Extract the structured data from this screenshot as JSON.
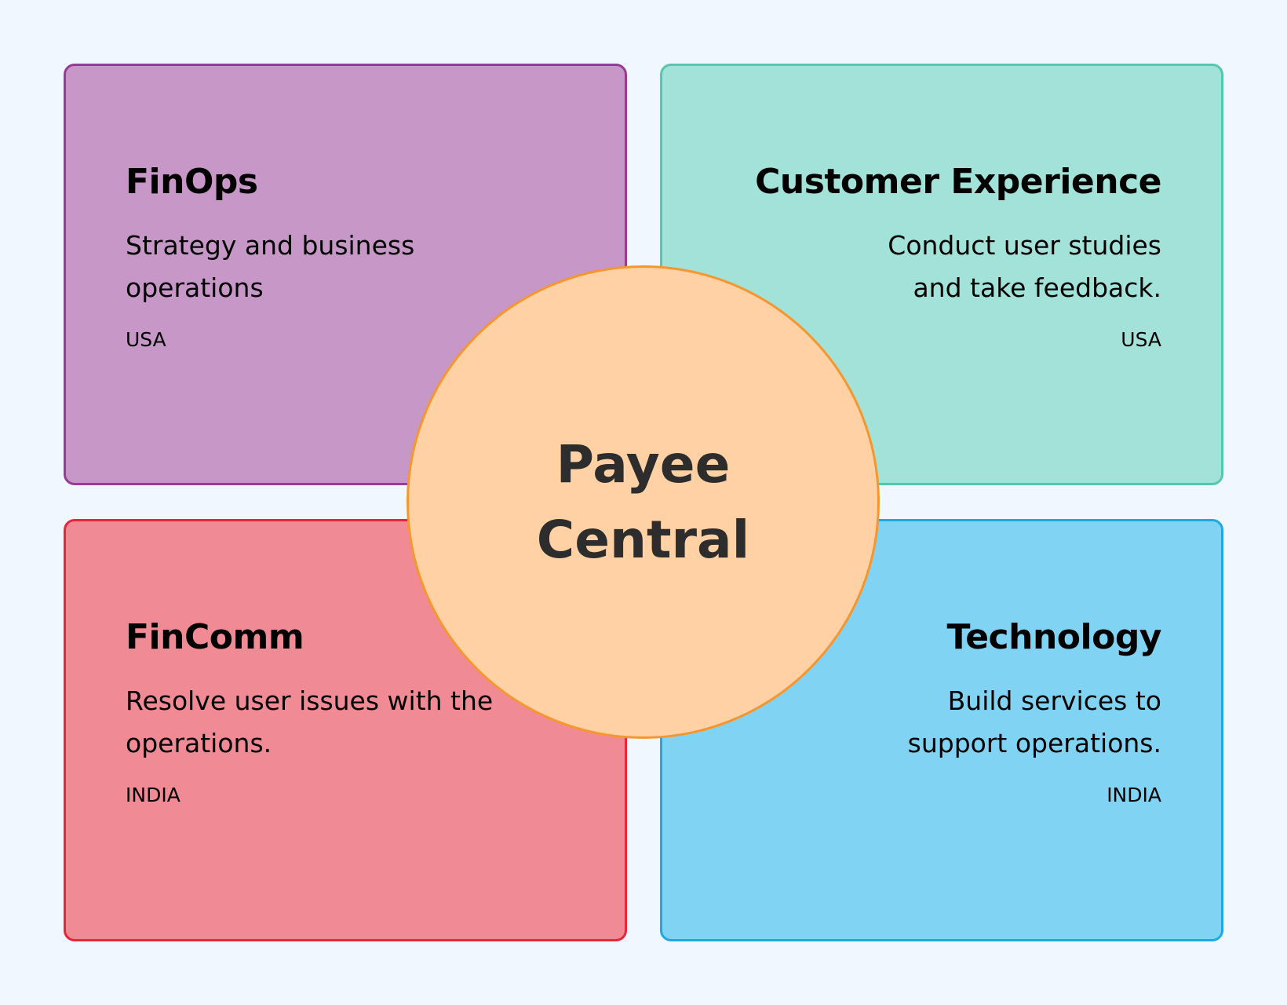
{
  "center": {
    "label": "Payee Central",
    "fill": "#ffd1a4",
    "stroke": "#f6962e"
  },
  "cards": {
    "finops": {
      "title": "FinOps",
      "description": "Strategy and business operations",
      "region": "USA",
      "fill": "#c797c8",
      "stroke": "#963c96"
    },
    "customer_experience": {
      "title": "Customer Experience",
      "description": "Conduct user studies and take feedback.",
      "region": "USA",
      "fill": "#a3e2d8",
      "stroke": "#55c7b0"
    },
    "fincomm": {
      "title": "FinComm",
      "description": "Resolve user issues with the operations.",
      "region": "INDIA",
      "fill": "#f08a95",
      "stroke": "#e5273a"
    },
    "technology": {
      "title": "Technology",
      "description": "Build services to support operations.",
      "region": "INDIA",
      "fill": "#81d3f3",
      "stroke": "#1eaae1"
    }
  },
  "background": "#f0f7ff"
}
